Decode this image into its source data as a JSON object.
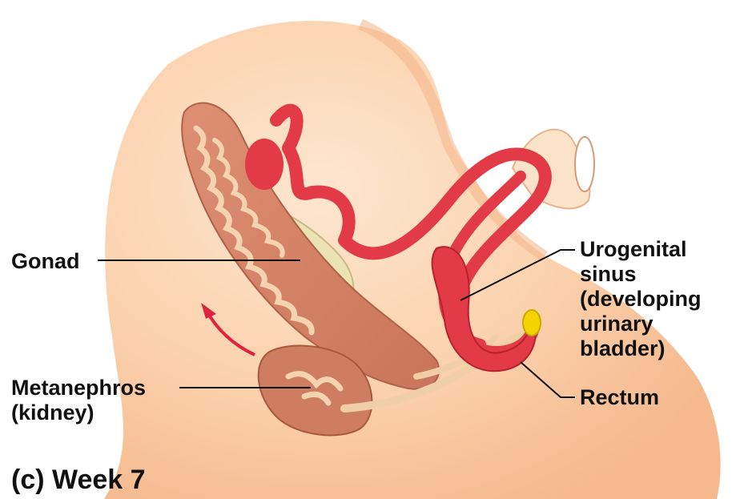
{
  "labels": {
    "gonad": "Gonad",
    "metanephros": "Metanephros\n(kidney)",
    "urogenital_sinus": "Urogenital\nsinus\n(developing\nurinary\nbladder)",
    "rectum": "Rectum"
  },
  "caption": "(c) Week 7",
  "colors": {
    "embryo_body": "#f9c9a2",
    "embryo_highlight": "#fde2c8",
    "gut_red": "#e23a47",
    "kidney_tissue": "#d98a6c",
    "gonad_pale": "#ebe2b4",
    "duct_tan": "#f0cfa6",
    "arrow": "#e0223f",
    "leader_line": "#111111"
  },
  "icons": [
    "migration-arrow-icon"
  ]
}
